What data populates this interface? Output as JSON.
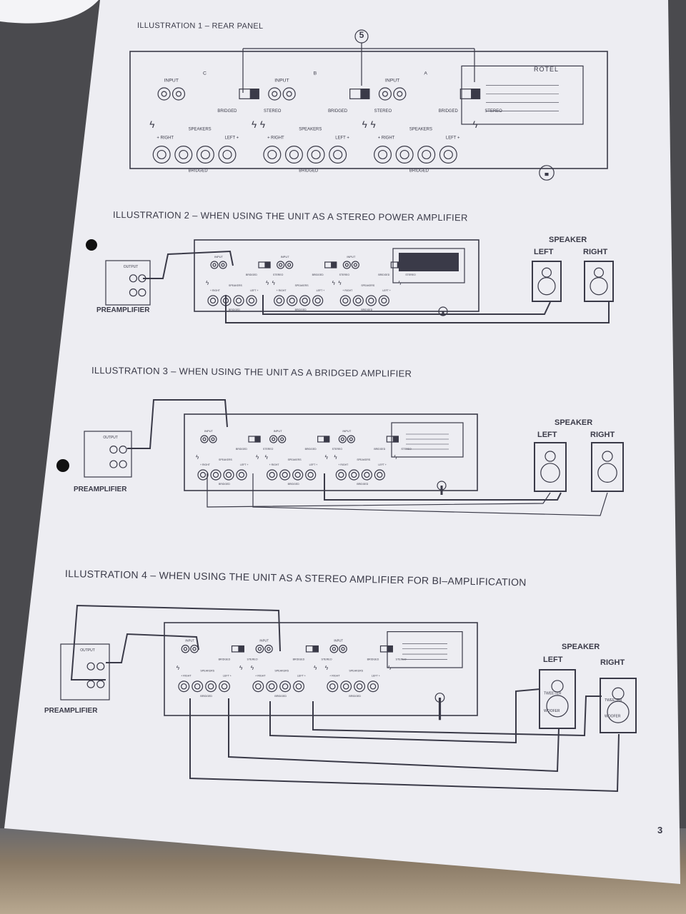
{
  "page": {
    "page_number": "3"
  },
  "illustrations": [
    {
      "title": "ILLUSTRATION 1 – REAR PANEL",
      "callout": "5",
      "brand": "ROTEL",
      "channel_labels": [
        "C",
        "B",
        "A"
      ],
      "panel_labels": {
        "input": "INPUT",
        "bridged": "BRIDGED",
        "stereo": "STEREO",
        "speakers": "SPEAKERS",
        "right": "+ RIGHT",
        "left": "LEFT +"
      }
    },
    {
      "title": "ILLUSTRATION 2 – WHEN USING THE UNIT AS A STEREO POWER AMPLIFIER",
      "speaker_heading": "SPEAKER",
      "speaker_left": "LEFT",
      "speaker_right": "RIGHT",
      "source_label": "PREAMPLIFIER",
      "source_output": "OUTPUT"
    },
    {
      "title": "ILLUSTRATION 3 – WHEN USING THE UNIT AS A BRIDGED AMPLIFIER",
      "speaker_heading": "SPEAKER",
      "speaker_left": "LEFT",
      "speaker_right": "RIGHT",
      "source_label": "PREAMPLIFIER",
      "source_output": "OUTPUT"
    },
    {
      "title": "ILLUSTRATION 4 – WHEN USING THE UNIT AS A STEREO AMPLIFIER FOR BI–AMPLIFICATION",
      "speaker_heading": "SPEAKER",
      "speaker_left": "LEFT",
      "speaker_right": "RIGHT",
      "source_label": "PREAMPLIFIER",
      "source_output": "OUTPUT",
      "driver_labels": [
        "TWEETER",
        "WOOFER"
      ]
    }
  ],
  "colors": {
    "paper": "#ededf2",
    "ink": "#3a3a48",
    "background": "#4a4a4e"
  }
}
